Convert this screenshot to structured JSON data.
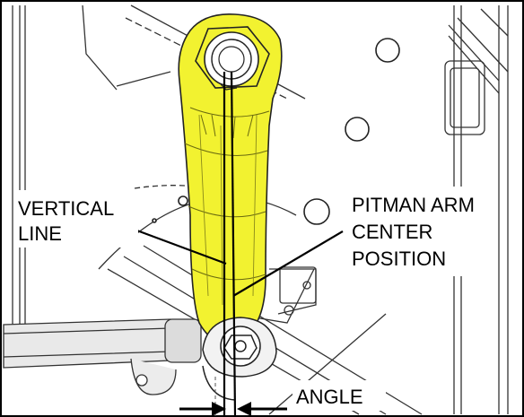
{
  "labels": {
    "vertical_line": [
      "VERTICAL",
      "LINE"
    ],
    "pitman_arm": [
      "PITMAN ARM",
      "CENTER",
      "POSITION"
    ],
    "angle": "ANGLE"
  },
  "colors": {
    "arm": "#f2f230",
    "arm_shade": "#d6d61a",
    "line_art": "#222222",
    "text": "#000000"
  }
}
